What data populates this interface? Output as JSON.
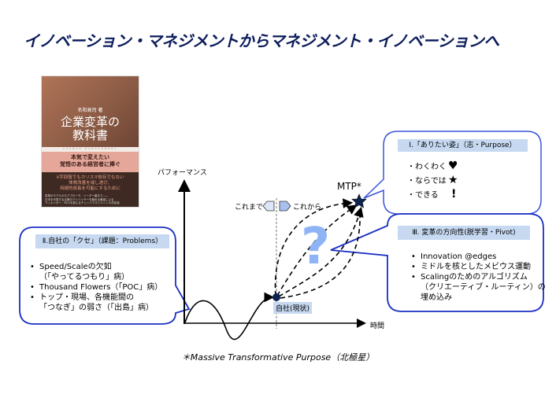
{
  "title": "イノベーション・マネジメントからマネジメント・イノベーションへ",
  "book": {
    "author": "名和高司 著",
    "title_line1": "企業変革の",
    "title_line2": "教科書",
    "subtitle_en": "CHANGE MANAGEMENT",
    "tagline_line1": "本気で変えたい",
    "tagline_line2": "覚悟のある経営者に捧ぐ",
    "blurb_line1": "V字回復でもカリスマ依存でもない",
    "blurb_line2": "体質改善を成し遂げ、",
    "blurb_line3": "持続的成長を可能にするために",
    "small_line1": "変革のモデルからアプローチ、リーダー論まで——",
    "small_line2": "日本を代表する企業のアドバイザーを務める著者による",
    "small_line3": "マッキンゼー、BCGを超えるチェンジマネジメントの決定版"
  },
  "diagram": {
    "y_axis_label": "パフォーマンス",
    "x_axis_label": "時間",
    "past_label": "これまで",
    "future_label": "これから",
    "current_label": "自社(現状)",
    "goal_label": "MTP*",
    "question_mark": "?",
    "footnote": "＊Massive Transformative Purpose（北極星）"
  },
  "bubble_purpose": {
    "header": "Ⅰ.「ありたい姿」（志・Purpose）",
    "items": [
      {
        "text": "・わくわく",
        "symbol": "♥"
      },
      {
        "text": "・ならでは",
        "symbol": "★"
      },
      {
        "text": "・できる",
        "symbol": "!"
      }
    ]
  },
  "bubble_problems": {
    "header": "Ⅱ.自社の「クセ」（課題：Problems）",
    "items": [
      [
        "Speed/Scaleの欠如",
        "（「やってるつもり」病）"
      ],
      [
        "Thousand Flowers（「POC」病）"
      ],
      [
        "トップ・現場、各機能間の",
        "「つなぎ」の弱さ（「出島」病）"
      ]
    ]
  },
  "bubble_pivot": {
    "header": "Ⅲ. 変革の方向性(脱学習・Pivot)",
    "items": [
      [
        "Innovation @edges"
      ],
      [
        "ミドルを核としたメビウス運動"
      ],
      [
        "Scalingのためのアルゴリズム",
        "（クリエーティブ・ルーティン）の",
        "埋め込み"
      ]
    ]
  },
  "colors": {
    "title": "#0d1d5c",
    "bubble_border": "#2b3fd6",
    "header_bg": "#c6d9f1",
    "question": "#8fb4f5",
    "star": "#0f2350"
  }
}
